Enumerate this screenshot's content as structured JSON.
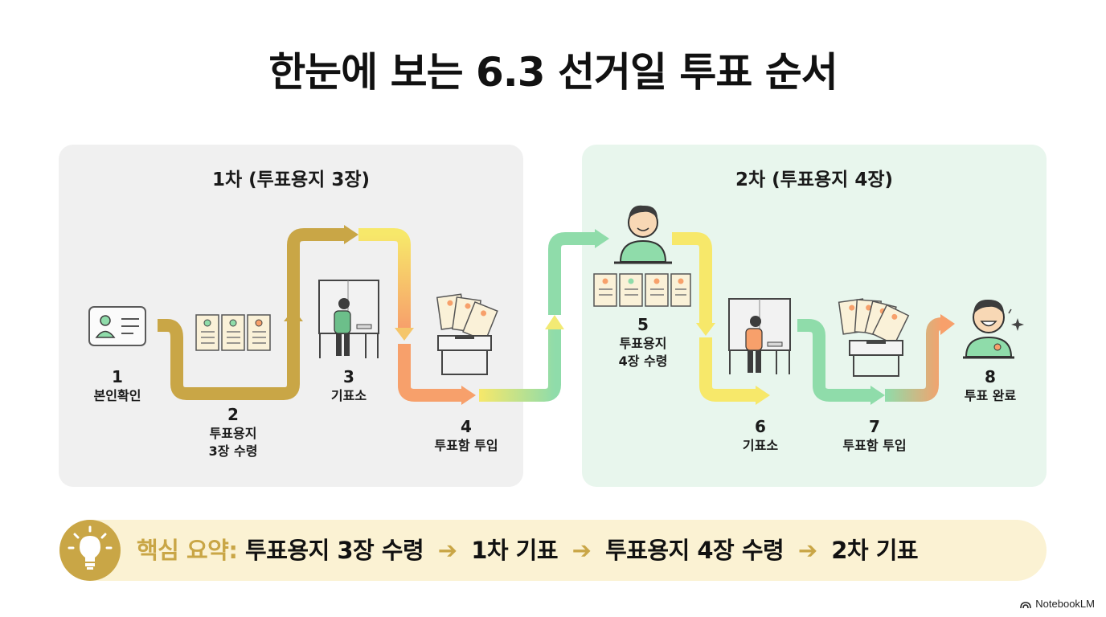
{
  "title": "한눈에 보는 6.3 선거일 투표 순서",
  "phases": [
    {
      "label": "1차 (투표용지 3장)"
    },
    {
      "label": "2차 (투표용지 4장)"
    }
  ],
  "steps": [
    {
      "num": "1",
      "label": "본인확인"
    },
    {
      "num": "2",
      "label": "투표용지\n3장 수령"
    },
    {
      "num": "3",
      "label": "기표소"
    },
    {
      "num": "4",
      "label": "투표함 투입"
    },
    {
      "num": "5",
      "label": "투표용지\n4장 수령"
    },
    {
      "num": "6",
      "label": "기표소"
    },
    {
      "num": "7",
      "label": "투표함 투입"
    },
    {
      "num": "8",
      "label": "투표 완료"
    }
  ],
  "summary": {
    "label": "핵심 요약:",
    "items": [
      "투표용지 3장 수령",
      "1차 기표",
      "투표용지 4장 수령",
      "2차 기표"
    ],
    "arrow": "➔",
    "icon": "lightbulb-icon"
  },
  "brand": "NotebookLM",
  "colors": {
    "gold": "#c9a646",
    "yellow": "#f7e86a",
    "orange": "#f7a06b",
    "mint": "#8fdcaa",
    "panel_1": "#f0f0f0",
    "panel_2": "#e8f6ed",
    "summary_bg": "#fbf2d3"
  }
}
